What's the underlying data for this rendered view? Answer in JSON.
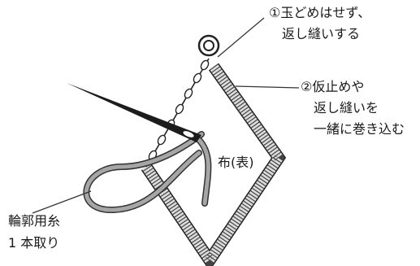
{
  "labels": {
    "note1": {
      "line1": "①玉どめはせず、",
      "line2": "返し縫いする"
    },
    "note2": {
      "line1": "②仮止めや",
      "line2": "返し縫いを",
      "line3": "一緒に巻き込む"
    },
    "fabric": "布(表)",
    "thread": {
      "line1": "輪郭用糸",
      "line2": "1 本取り"
    }
  },
  "colors": {
    "ink": "#1a1a1a",
    "stitch_fill": "#d9d9d9",
    "thread_gray": "#a6a6a6",
    "needle": "#1c1c1c"
  }
}
